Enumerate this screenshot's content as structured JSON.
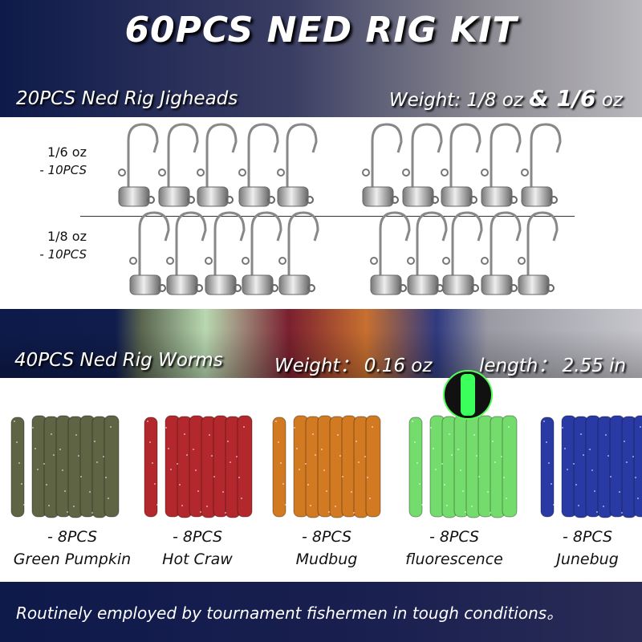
{
  "title": "60PCS NED RIG KIT",
  "jigheads": {
    "heading": "20PCS Ned Rig Jigheads",
    "weight_prefix": "Weight: 1/8 oz",
    "weight_amp": "& 1/6",
    "weight_unit": "oz",
    "rows": [
      {
        "weight": "1/6 oz",
        "count": "- 10PCS"
      },
      {
        "weight": "1/8 oz",
        "count": "- 10PCS"
      }
    ]
  },
  "worms": {
    "heading": "40PCS Ned Rig Worms",
    "weight": "Weight： 0.16 oz",
    "length": "length： 2.55 in",
    "colors": [
      {
        "count": "- 8PCS",
        "name": "Green Pumpkin",
        "color": "#5e6444"
      },
      {
        "count": "- 8PCS",
        "name": "Hot Craw",
        "color": "#b3282c"
      },
      {
        "count": "- 8PCS",
        "name": "Mudbug",
        "color": "#d27a22"
      },
      {
        "count": "- 8PCS",
        "name": "fluorescence",
        "color": "#74dc6c"
      },
      {
        "count": "- 8PCS",
        "name": "Junebug",
        "color": "#2a3aa4"
      }
    ]
  },
  "footer": "Routinely employed by tournament fishermen in tough conditions。"
}
